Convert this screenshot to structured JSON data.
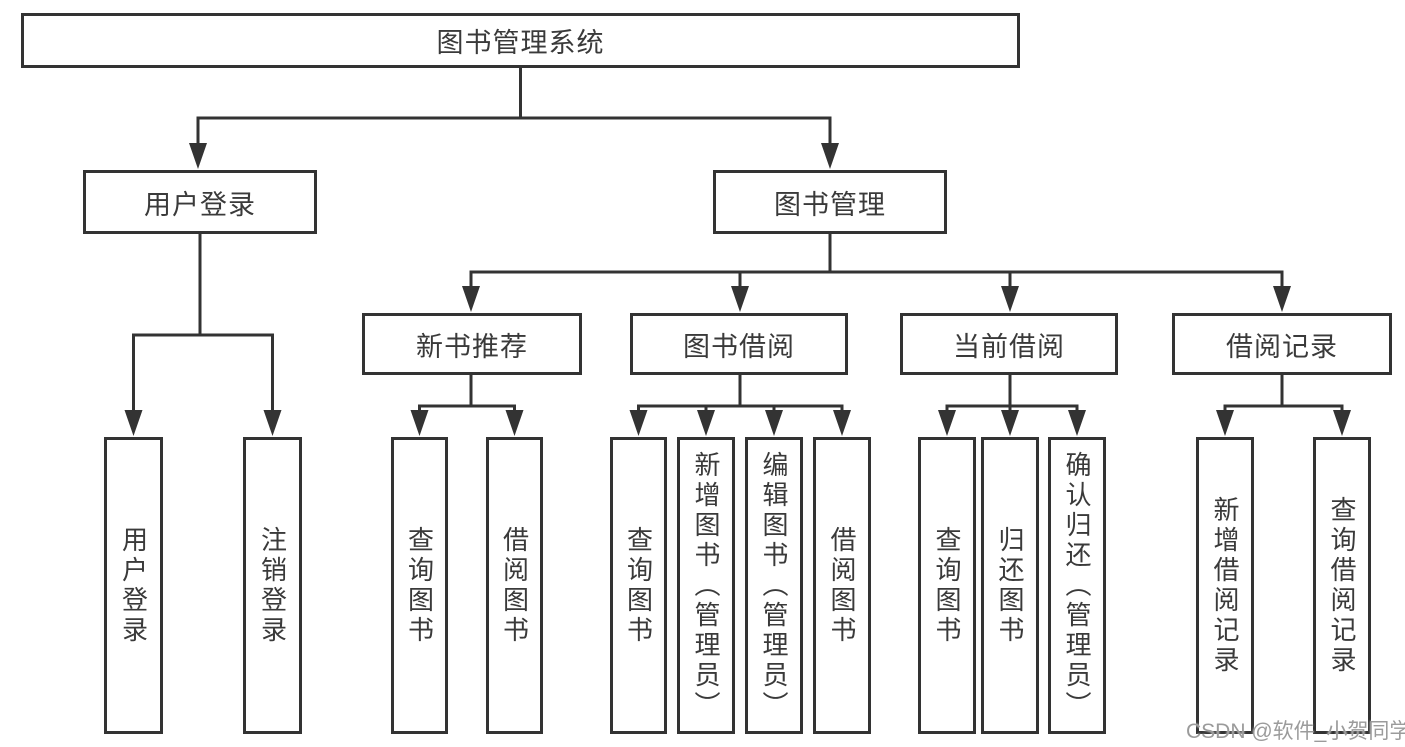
{
  "diagram": {
    "type": "hierarchy-tree",
    "root": {
      "label": "图书管理系统"
    },
    "level2": [
      {
        "label": "用户登录"
      },
      {
        "label": "图书管理"
      }
    ],
    "level3": [
      {
        "label": "新书推荐"
      },
      {
        "label": "图书借阅"
      },
      {
        "label": "当前借阅"
      },
      {
        "label": "借阅记录"
      }
    ],
    "leaves": {
      "user_login": [
        "用户登录",
        "注销登录"
      ],
      "new_book": [
        "查询图书",
        "借阅图书"
      ],
      "book_borrow": [
        "查询图书",
        "新增图书（管理员）",
        "编辑图书（管理员）",
        "借阅图书"
      ],
      "current_borrow": [
        "查询图书",
        "归还图书",
        "确认归还（管理员）"
      ],
      "borrow_records": [
        "新增借阅记录",
        "查询借阅记录"
      ]
    }
  },
  "watermark": {
    "text": "CSDN @软件_小贺同学"
  },
  "colors": {
    "line": "#333333",
    "text": "#3a3a3a",
    "watermark": "#9b9b9b",
    "background": "#ffffff"
  }
}
